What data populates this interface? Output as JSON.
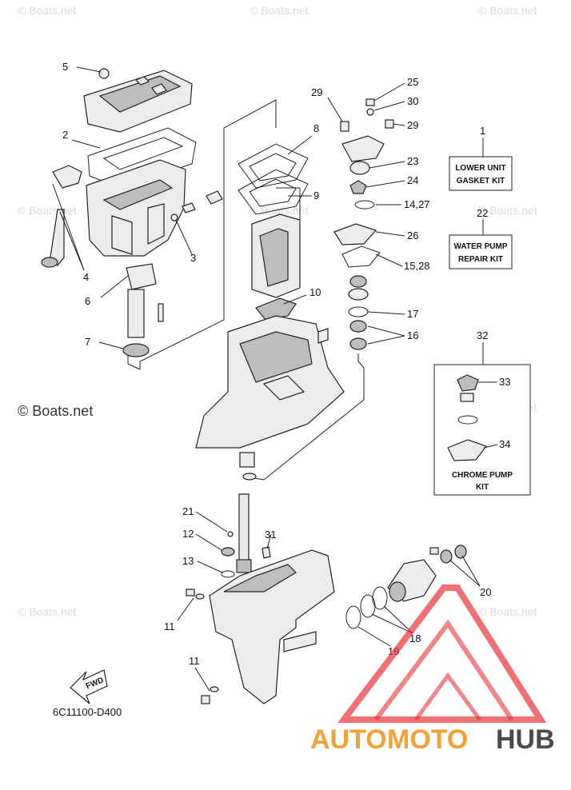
{
  "watermarks": {
    "small": "© Boats.net",
    "main": "© Boats.net"
  },
  "callouts": [
    {
      "id": "c5",
      "text": "5"
    },
    {
      "id": "c2",
      "text": "2"
    },
    {
      "id": "c3",
      "text": "3"
    },
    {
      "id": "c4",
      "text": "4"
    },
    {
      "id": "c6",
      "text": "6"
    },
    {
      "id": "c7",
      "text": "7"
    },
    {
      "id": "c8",
      "text": "8"
    },
    {
      "id": "c9",
      "text": "9"
    },
    {
      "id": "c10",
      "text": "10"
    },
    {
      "id": "c29a",
      "text": "29"
    },
    {
      "id": "c25",
      "text": "25"
    },
    {
      "id": "c30",
      "text": "30"
    },
    {
      "id": "c29b",
      "text": "29"
    },
    {
      "id": "c23",
      "text": "23"
    },
    {
      "id": "c24",
      "text": "24"
    },
    {
      "id": "c1427",
      "text": "14,27"
    },
    {
      "id": "c26",
      "text": "26"
    },
    {
      "id": "c1528",
      "text": "15,28"
    },
    {
      "id": "c17",
      "text": "17"
    },
    {
      "id": "c16",
      "text": "16"
    },
    {
      "id": "c1",
      "text": "1"
    },
    {
      "id": "c22",
      "text": "22"
    },
    {
      "id": "c32",
      "text": "32"
    },
    {
      "id": "c33",
      "text": "33"
    },
    {
      "id": "c34",
      "text": "34"
    },
    {
      "id": "c21",
      "text": "21"
    },
    {
      "id": "c12",
      "text": "12"
    },
    {
      "id": "c13",
      "text": "13"
    },
    {
      "id": "c31",
      "text": "31"
    },
    {
      "id": "c11a",
      "text": "11"
    },
    {
      "id": "c11b",
      "text": "11"
    },
    {
      "id": "c19",
      "text": "19"
    },
    {
      "id": "c18",
      "text": "18"
    },
    {
      "id": "c20",
      "text": "20"
    }
  ],
  "kits": {
    "lower_unit_line1": "LOWER UNIT",
    "lower_unit_line2": "GASKET KIT",
    "water_pump_line1": "WATER PUMP",
    "water_pump_line2": "REPAIR KIT",
    "chrome_pump_line1": "CHROME PUMP",
    "chrome_pump_line2": "KIT"
  },
  "fwd_label": "FWD",
  "diagram_code": "6C11100-D400",
  "brand": {
    "part1": "AUTO",
    "part2": "MOTO",
    "part3": "HUB",
    "color_orange": "#f2a23a",
    "color_gray": "#4b4b4b",
    "color_red": "#e8343c"
  }
}
